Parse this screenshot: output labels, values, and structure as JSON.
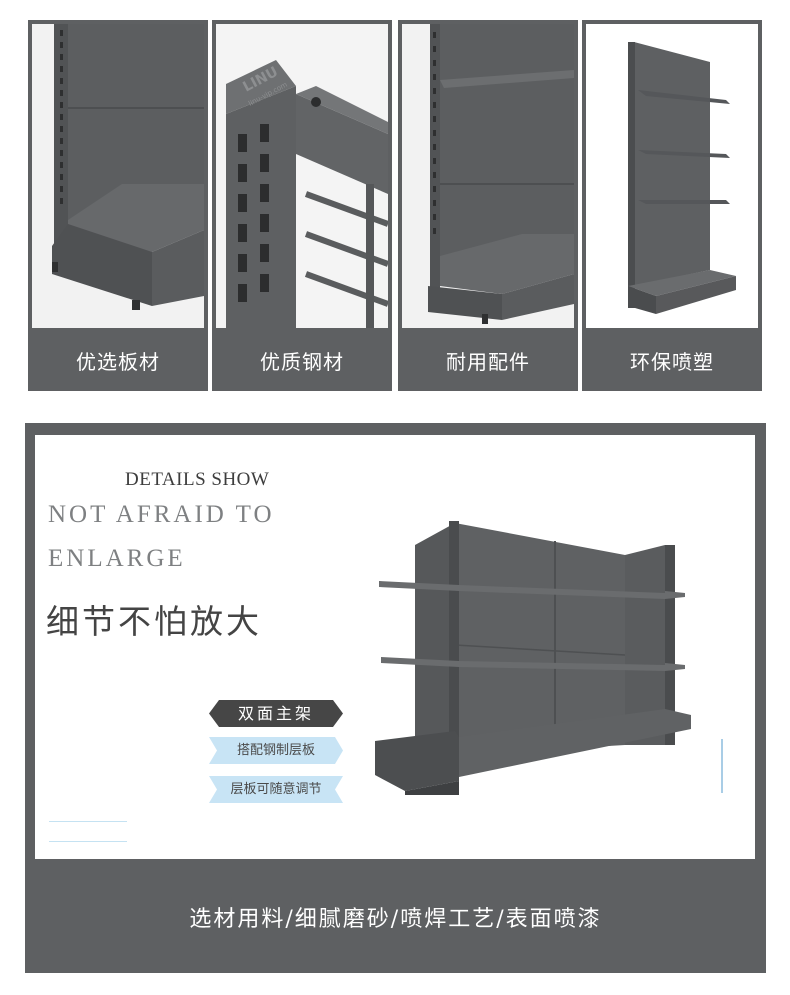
{
  "tiles": [
    {
      "caption": "优选板材",
      "icon": "shelf-end-closeup-photo"
    },
    {
      "caption": "优质钢材",
      "icon": "steel-upright-closeup-photo"
    },
    {
      "caption": "耐用配件",
      "icon": "shelf-bracket-closeup-photo"
    },
    {
      "caption": "环保喷塑",
      "icon": "single-shelf-unit-photo"
    }
  ],
  "post_logo": {
    "brand": "LINU",
    "url": "linu-vip.com"
  },
  "detail": {
    "eyebrow": "DETAILS SHOW",
    "heading_line1": "NOT AFRAID TO",
    "heading_line2": "ENLARGE",
    "heading_cn": "细节不怕放大",
    "tags": [
      "双面主架",
      "搭配钢制层板",
      "层板可随意调节"
    ],
    "bottom_text": "选材用料/细腻磨砂/喷焊工艺/表面喷漆"
  },
  "colors": {
    "frame": "#5e6062",
    "shelf_metal": "#5a5c5e",
    "tag_dark": "#464646",
    "tag_light": "#c8e4f5"
  }
}
